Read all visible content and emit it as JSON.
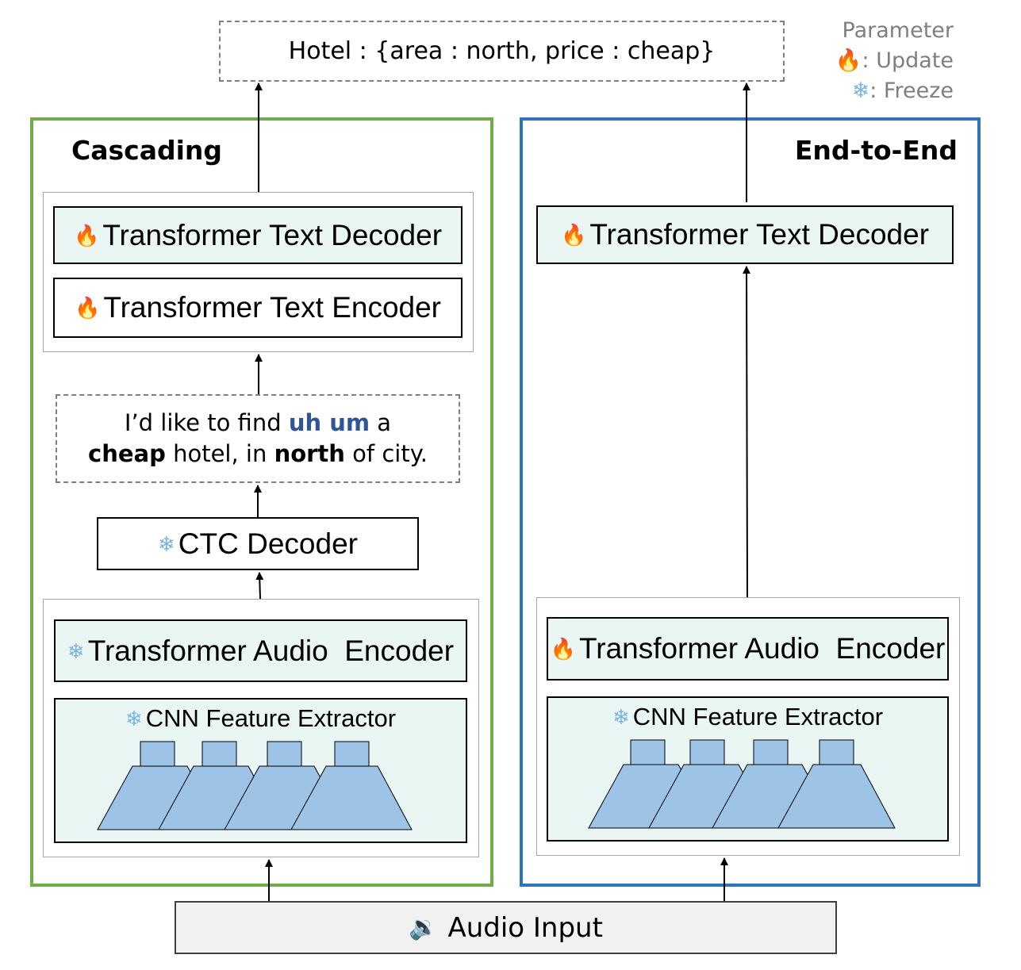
{
  "output": {
    "text": "Hotel : {area : north, price : cheap}"
  },
  "legend": {
    "title": "Parameter",
    "update": ": Update",
    "freeze": ": Freeze",
    "update_icon": "flame-icon",
    "freeze_icon": "snowflake-icon"
  },
  "cascading": {
    "title": "Cascading",
    "text_decoder": "Transformer Text Decoder",
    "text_encoder": "Transformer Text Encoder",
    "transcript": {
      "p1": "I’d like to find ",
      "p2": "uh um",
      "p3": " a",
      "p4": "cheap",
      "p5": " hotel, in ",
      "p6": "north",
      "p7": " of city."
    },
    "ctc_decoder": "CTC Decoder",
    "audio_encoder": "Transformer Audio  Encoder",
    "cnn": "CNN Feature Extractor"
  },
  "end_to_end": {
    "title": "End-to-End",
    "text_decoder": "Transformer Text Decoder",
    "audio_encoder": "Transformer Audio  Encoder",
    "cnn": "CNN Feature Extractor"
  },
  "input": {
    "label": "Audio Input",
    "icon": "speaker-icon"
  },
  "colors": {
    "cascading_border": "#70ad47",
    "end_to_end_border": "#2e75b6",
    "mint_fill": "#e9f6f4",
    "cnn_fill": "#9dc3e6",
    "filler_words": "#2f5597",
    "legend_text": "#7f7f7f"
  }
}
